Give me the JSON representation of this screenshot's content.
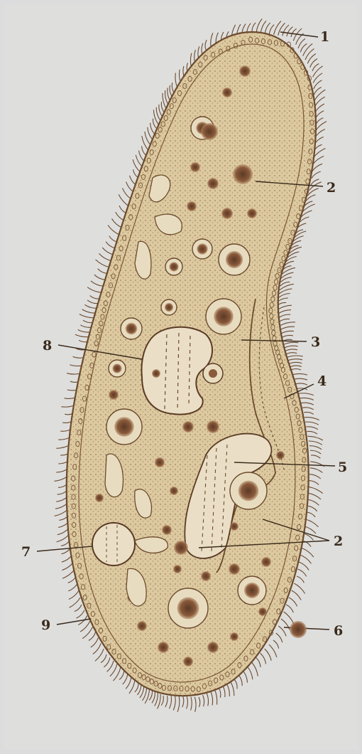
{
  "diagram": {
    "labels": [
      {
        "id": "l1",
        "text": "1"
      },
      {
        "id": "l2a",
        "text": "2"
      },
      {
        "id": "l3",
        "text": "3"
      },
      {
        "id": "l4",
        "text": "4"
      },
      {
        "id": "l5",
        "text": "5"
      },
      {
        "id": "l2b",
        "text": "2"
      },
      {
        "id": "l6",
        "text": "6"
      },
      {
        "id": "l7",
        "text": "7"
      },
      {
        "id": "l8",
        "text": "8"
      },
      {
        "id": "l9",
        "text": "9"
      }
    ]
  },
  "colors": {
    "background": "#dededd",
    "cytoplasm": "#dcc9a0",
    "outline": "#6b4a2c",
    "ink": "#3a2a1a",
    "vacuole_fill": "#e8dcc0",
    "food_particle": "#8a5a3c"
  }
}
